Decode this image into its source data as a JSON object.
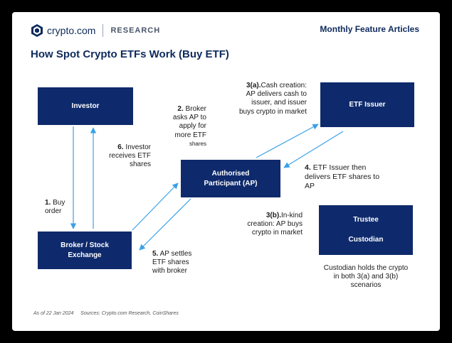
{
  "header": {
    "brand": "crypto.com",
    "section": "RESEARCH",
    "series": "Monthly Feature Articles"
  },
  "title": "How Spot Crypto ETFs Work (Buy ETF)",
  "nodes": {
    "investor": "Investor",
    "broker_line1": "Broker / Stock",
    "broker_line2": "Exchange",
    "ap_line1": "Authorised",
    "ap_line2": "Participant (AP)",
    "issuer": "ETF Issuer",
    "trustee": "Trustee",
    "custodian": "Custodian"
  },
  "steps": {
    "s1_num": "1.",
    "s1_text": "Buy order",
    "s2_num": "2.",
    "s2_text": "Broker asks AP to apply for more ETF",
    "s2_small": "shares",
    "s3a_num": "3(a).",
    "s3a_text": "Cash creation: AP delivers cash to issuer, and issuer buys crypto in market",
    "s3b_num": "3(b).",
    "s3b_text": "In-kind creation: AP buys crypto in market",
    "s4_num": "4.",
    "s4_text": "ETF Issuer then delivers ETF shares to AP",
    "s5_num": "5.",
    "s5_text": "AP settles ETF shares with broker",
    "s6_num": "6.",
    "s6_text": "Investor receives ETF shares"
  },
  "custodian_note": "Custodian holds the crypto in both 3(a) and 3(b) scenarios",
  "footer": {
    "date": "As of 22 Jan 2024",
    "sources": "Sources: Crypto.com Research, CoinShares"
  },
  "colors": {
    "navy": "#0e2a6c",
    "arrow": "#3aa1e8"
  }
}
